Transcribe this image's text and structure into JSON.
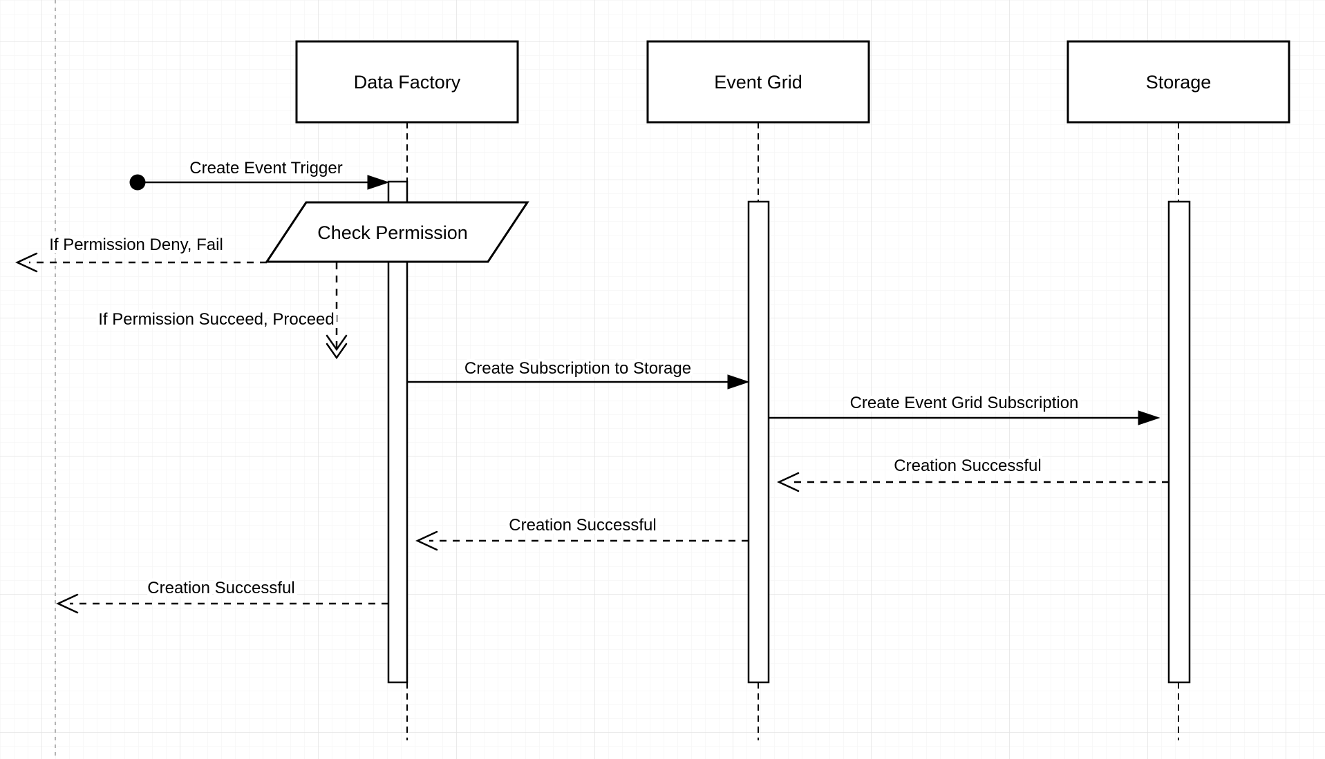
{
  "diagram": {
    "type": "sequence-diagram",
    "actors": [
      {
        "name": "Data Factory"
      },
      {
        "name": "Event Grid"
      },
      {
        "name": "Storage"
      }
    ],
    "process_step": {
      "label": "Check Permission",
      "shape": "parallelogram"
    },
    "messages": [
      {
        "label": "Create Event Trigger",
        "from": "start-point",
        "to": "Data Factory",
        "line": "solid",
        "arrowhead": "filled"
      },
      {
        "label": "If Permission Deny, Fail",
        "from": "Check Permission",
        "to": "left-edge",
        "line": "dashed",
        "arrowhead": "open"
      },
      {
        "label": "If Permission Succeed, Proceed",
        "from": "Check Permission",
        "to": "Data Factory",
        "line": "dashed",
        "arrowhead": "double-chevron"
      },
      {
        "label": "Create Subscription to Storage",
        "from": "Data Factory",
        "to": "Event Grid",
        "line": "solid",
        "arrowhead": "filled"
      },
      {
        "label": "Create Event Grid Subscription",
        "from": "Event Grid",
        "to": "Storage",
        "line": "solid",
        "arrowhead": "filled"
      },
      {
        "label": "Creation Successful",
        "from": "Storage",
        "to": "Event Grid",
        "line": "dashed",
        "arrowhead": "open"
      },
      {
        "label": "Creation Successful",
        "from": "Event Grid",
        "to": "Data Factory",
        "line": "dashed",
        "arrowhead": "open"
      },
      {
        "label": "Creation Successful",
        "from": "Data Factory",
        "to": "left-edge",
        "line": "dashed",
        "arrowhead": "open"
      }
    ],
    "colors": {
      "stroke": "#000000",
      "shape_fill": "#ffffff",
      "background": "#ffffff",
      "grid_minor": "#f5f5f5",
      "grid_major": "#e4e4e4",
      "page_guide": "#b3b3b3"
    }
  }
}
